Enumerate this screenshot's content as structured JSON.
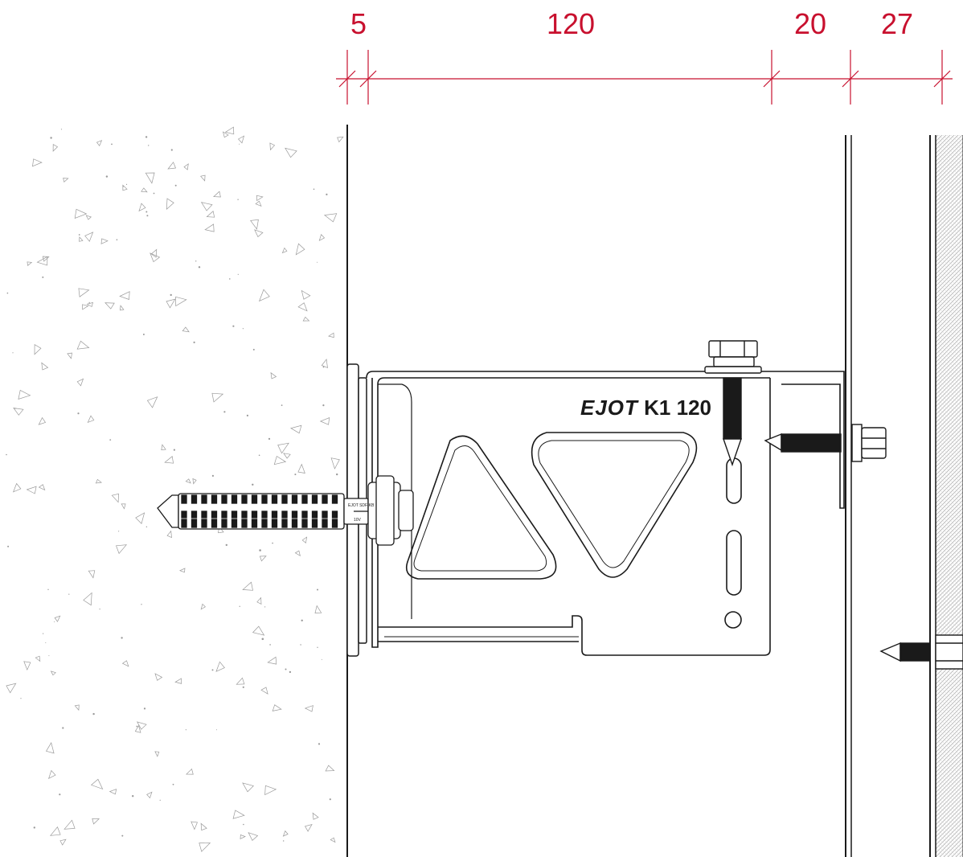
{
  "dimensions": [
    {
      "label": "5"
    },
    {
      "label": "120"
    },
    {
      "label": "20"
    },
    {
      "label": "27"
    }
  ],
  "product": {
    "brand": "EJOT",
    "model": "K1 120"
  },
  "anchor_print": {
    "line1": "EJOT SDF-KB",
    "line2": "10V"
  },
  "colors": {
    "dimension": "#c8102e",
    "line": "#1a1a1a",
    "concrete_speck": "#9a9a9a",
    "cladding_hatch": "#b5b5b5"
  },
  "icons": {
    "anchor": "plastic-frame-anchor-icon",
    "bolt": "hex-bolt-icon",
    "screw": "self-drilling-screw-icon"
  }
}
